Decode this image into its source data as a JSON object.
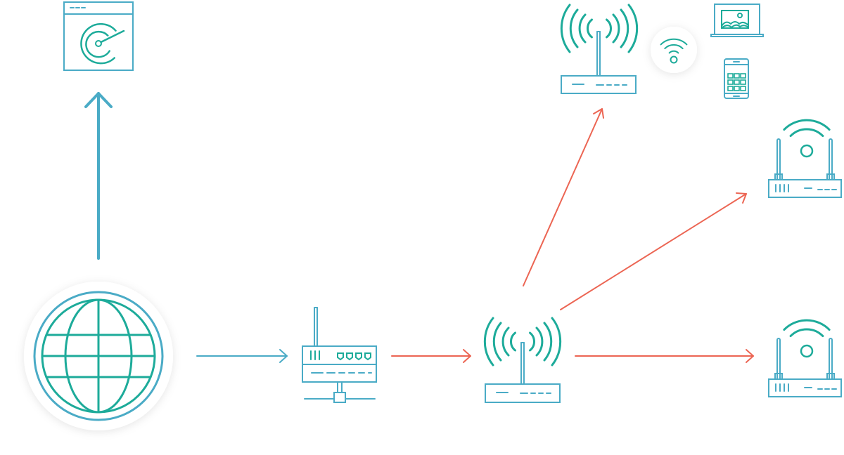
{
  "diagram": {
    "type": "network-topology",
    "nodes": [
      {
        "id": "speedtest",
        "icon": "speed-test-browser-icon"
      },
      {
        "id": "internet",
        "icon": "globe-icon"
      },
      {
        "id": "modem",
        "icon": "modem-router-icon"
      },
      {
        "id": "main-router",
        "icon": "wireless-router-icon"
      },
      {
        "id": "top-router",
        "icon": "wireless-router-icon"
      },
      {
        "id": "laptop",
        "icon": "laptop-icon"
      },
      {
        "id": "phone",
        "icon": "smartphone-icon"
      },
      {
        "id": "wifi-badge",
        "icon": "wifi-icon"
      },
      {
        "id": "mesh-node-upper",
        "icon": "mesh-router-icon"
      },
      {
        "id": "mesh-node-lower",
        "icon": "mesh-router-icon"
      }
    ],
    "edges": [
      {
        "from": "internet",
        "to": "speedtest",
        "kind": "wired"
      },
      {
        "from": "internet",
        "to": "modem",
        "kind": "wired"
      },
      {
        "from": "modem",
        "to": "main-router",
        "kind": "wireless"
      },
      {
        "from": "main-router",
        "to": "top-router",
        "kind": "wireless"
      },
      {
        "from": "main-router",
        "to": "mesh-node-upper",
        "kind": "wireless"
      },
      {
        "from": "main-router",
        "to": "mesh-node-lower",
        "kind": "wireless"
      }
    ],
    "colors": {
      "wired": "#4aabc6",
      "wireless": "#ec6553",
      "icon_teal": "#1dab9a",
      "icon_blue": "#4aabc6"
    }
  }
}
